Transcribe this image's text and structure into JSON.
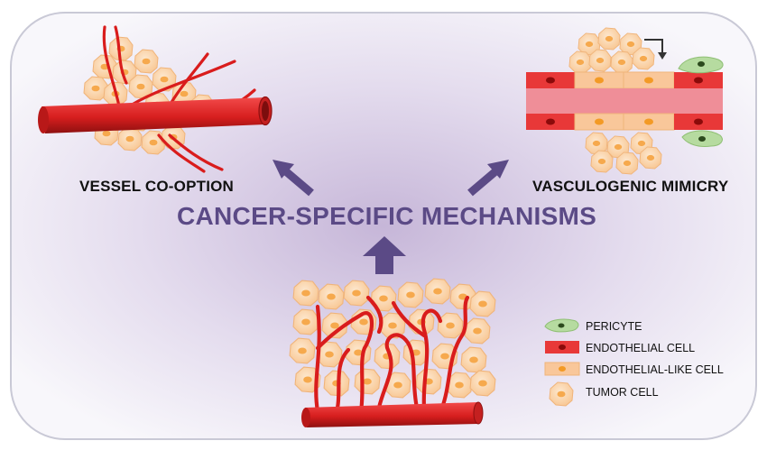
{
  "labels": {
    "vessel_cooption": "VESSEL CO-OPTION",
    "vasculogenic_mimicry": "VASCULOGENIC MIMICRY",
    "main_title": "CANCER-SPECIFIC MECHANISMS"
  },
  "legend": {
    "pericyte": "PERICYTE",
    "endothelial": "ENDOTHELIAL CELL",
    "endothelial_like": "ENDOTHELIAL-LIKE CELL",
    "tumor": "TUMOR CELL"
  },
  "colors": {
    "tumor_cell": "#fbd3a8",
    "tumor_nucleus": "#f6a94d",
    "vessel_red": "#e52a2a",
    "vessel_dark": "#9d1414",
    "vessel_lumen": "#ef8e98",
    "endothelial_cell": "#e83838",
    "endothelial_nucleus": "#8b0a0a",
    "endothelial_like_cell": "#f9c79a",
    "endothelial_like_nucleus": "#f39a25",
    "pericyte": "#b6dba0",
    "pericyte_nucleus": "#2c4a1d",
    "arrow": "#5b4a86",
    "background_center": "#cdbfdc",
    "background_edge": "#f8f7fb",
    "border": "#c9c9d6"
  }
}
